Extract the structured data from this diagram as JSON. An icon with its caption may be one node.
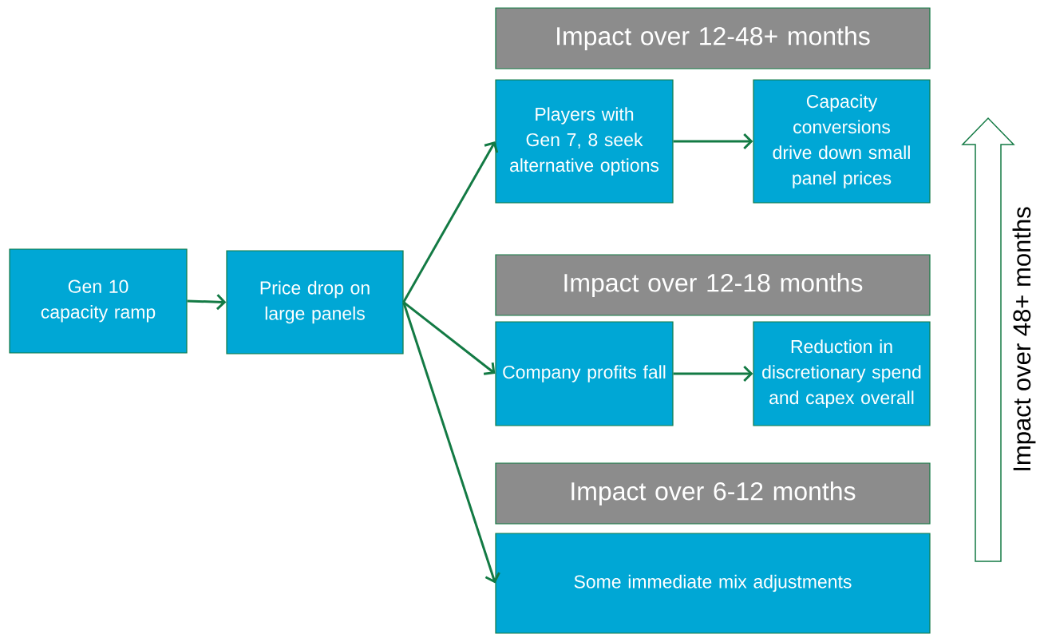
{
  "diagram": {
    "nodes": [
      {
        "text": [
          "Gen 10 capacity ramp"
        ]
      },
      {
        "text": [
          "Price drop on large panels"
        ]
      },
      {
        "text": [
          "Impact over 12-48+ months"
        ]
      },
      {
        "text": [
          "Players with Gen 7, 8 seek alternative options"
        ]
      },
      {
        "text": [
          "Capacity conversions drive down small panel prices"
        ]
      },
      {
        "text": [
          "Impact over 12-18 months"
        ]
      },
      {
        "text": [
          "Company profits fall"
        ]
      },
      {
        "text": [
          "Reduction in discretionary spend and capex overall"
        ]
      },
      {
        "text": [
          "Impact over 6-12 months"
        ]
      },
      {
        "text": [
          "Some immediate mix adjustments"
        ]
      }
    ],
    "edges": [
      {
        "from": 0,
        "to": 1,
        "arrow": "to"
      },
      {
        "from": 1,
        "to": 3,
        "arrow": "to"
      },
      {
        "from": 1,
        "to": 6,
        "arrow": "to"
      },
      {
        "from": 1,
        "to": 9,
        "arrow": "to"
      },
      {
        "from": 3,
        "to": 4,
        "arrow": "to"
      },
      {
        "from": 6,
        "to": 7,
        "arrow": "to"
      }
    ],
    "labels": [
      "Impact over 48+ months"
    ]
  }
}
